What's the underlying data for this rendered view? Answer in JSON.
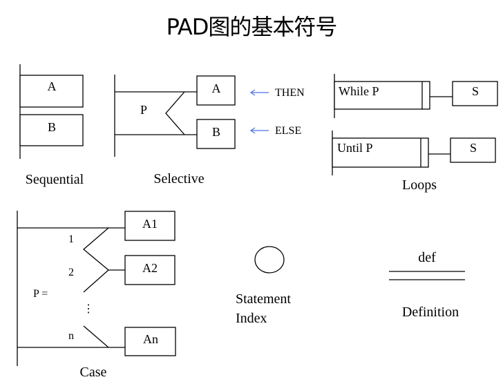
{
  "title": "PAD图的基本符号",
  "sequential": {
    "box_a": "A",
    "box_b": "B",
    "caption": "Sequential"
  },
  "selective": {
    "condition": "P",
    "box_a": "A",
    "box_b": "B",
    "then_label": "THEN",
    "else_label": "ELSE",
    "arrow_color": "#4a72e8",
    "caption": "Selective"
  },
  "loops": {
    "while_label": "While P",
    "while_body": "S",
    "until_label": "Until P",
    "until_body": "S",
    "caption": "Loops"
  },
  "case": {
    "condition": "P =",
    "branch_labels": [
      "1",
      "2",
      "n"
    ],
    "ellipsis": "⋮",
    "boxes": [
      "A1",
      "A2",
      "An"
    ],
    "caption": "Case"
  },
  "statement_index": {
    "caption_line1": "Statement",
    "caption_line2": "Index"
  },
  "definition": {
    "label": "def",
    "caption": "Definition"
  }
}
